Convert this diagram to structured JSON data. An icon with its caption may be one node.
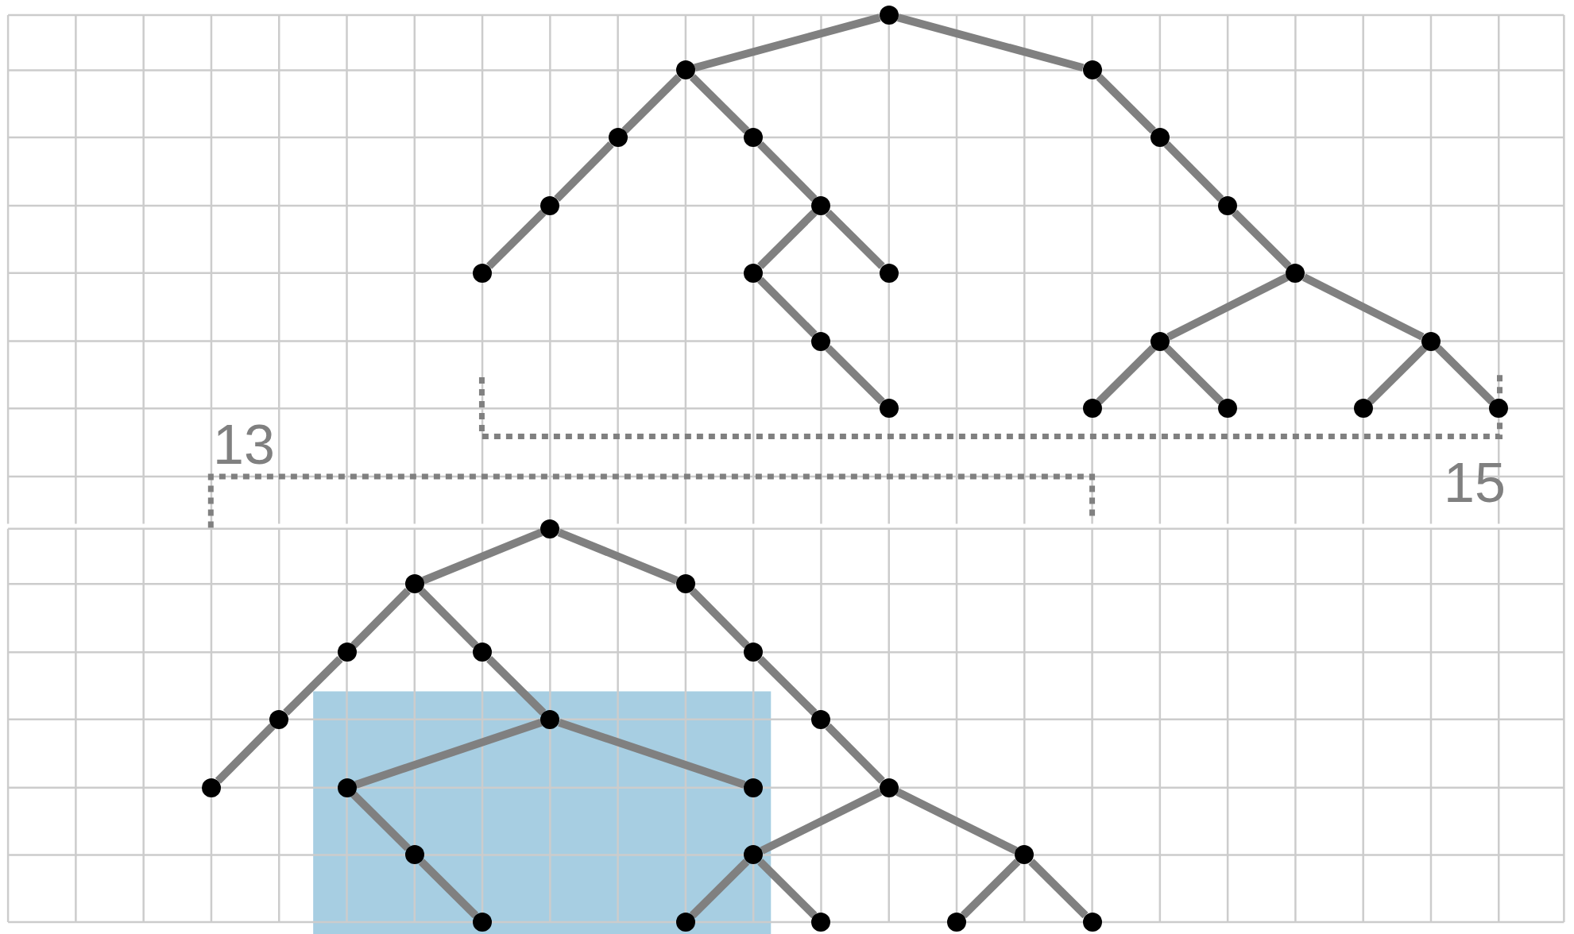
{
  "diagram": {
    "nodes": [
      {
        "text": [],
        "shape": "circle"
      },
      {
        "text": [],
        "shape": "circle"
      },
      {
        "text": [],
        "shape": "circle"
      },
      {
        "text": [],
        "shape": "circle"
      },
      {
        "text": [],
        "shape": "circle"
      },
      {
        "text": [],
        "shape": "circle"
      },
      {
        "text": [],
        "shape": "circle"
      },
      {
        "text": [],
        "shape": "circle"
      },
      {
        "text": [],
        "shape": "circle"
      },
      {
        "text": [],
        "shape": "circle"
      },
      {
        "text": [],
        "shape": "circle"
      },
      {
        "text": [],
        "shape": "circle"
      },
      {
        "text": [],
        "shape": "circle"
      },
      {
        "text": [],
        "shape": "circle"
      },
      {
        "text": [],
        "shape": "circle"
      },
      {
        "text": [],
        "shape": "circle"
      },
      {
        "text": [],
        "shape": "circle"
      },
      {
        "text": [],
        "shape": "circle"
      },
      {
        "text": [],
        "shape": "circle"
      },
      {
        "text": [],
        "shape": "circle"
      },
      {
        "text": [],
        "shape": "circle"
      },
      {
        "text": [],
        "shape": "circle"
      },
      {
        "text": [],
        "shape": "circle"
      },
      {
        "text": [],
        "shape": "circle"
      },
      {
        "text": [],
        "shape": "circle"
      },
      {
        "text": [],
        "shape": "circle"
      },
      {
        "text": [],
        "shape": "circle"
      },
      {
        "text": [],
        "shape": "circle"
      },
      {
        "text": [],
        "shape": "circle"
      },
      {
        "text": [],
        "shape": "circle"
      },
      {
        "text": [],
        "shape": "circle"
      },
      {
        "text": [],
        "shape": "circle"
      },
      {
        "text": [],
        "shape": "circle"
      },
      {
        "text": [],
        "shape": "circle"
      },
      {
        "text": [],
        "shape": "circle"
      },
      {
        "text": [],
        "shape": "circle"
      },
      {
        "text": [],
        "shape": "circle"
      },
      {
        "text": [],
        "shape": "circle"
      },
      {
        "text": [],
        "shape": "circle"
      },
      {
        "text": [],
        "shape": "circle"
      },
      {
        "text": [],
        "shape": "circle"
      },
      {
        "text": [],
        "shape": "circle"
      }
    ],
    "edges": [
      {
        "from": 0,
        "to": 1,
        "arrow": "none"
      },
      {
        "from": 0,
        "to": 2,
        "arrow": "none"
      },
      {
        "from": 1,
        "to": 3,
        "arrow": "none"
      },
      {
        "from": 1,
        "to": 4,
        "arrow": "none"
      },
      {
        "from": 3,
        "to": 6,
        "arrow": "none"
      },
      {
        "from": 6,
        "to": 9,
        "arrow": "none"
      },
      {
        "from": 4,
        "to": 7,
        "arrow": "none"
      },
      {
        "from": 7,
        "to": 10,
        "arrow": "none"
      },
      {
        "from": 7,
        "to": 11,
        "arrow": "none"
      },
      {
        "from": 10,
        "to": 13,
        "arrow": "none"
      },
      {
        "from": 13,
        "to": 16,
        "arrow": "none"
      },
      {
        "from": 2,
        "to": 5,
        "arrow": "none"
      },
      {
        "from": 5,
        "to": 8,
        "arrow": "none"
      },
      {
        "from": 8,
        "to": 12,
        "arrow": "none"
      },
      {
        "from": 12,
        "to": 14,
        "arrow": "none"
      },
      {
        "from": 12,
        "to": 15,
        "arrow": "none"
      },
      {
        "from": 14,
        "to": 17,
        "arrow": "none"
      },
      {
        "from": 14,
        "to": 18,
        "arrow": "none"
      },
      {
        "from": 15,
        "to": 19,
        "arrow": "none"
      },
      {
        "from": 15,
        "to": 20,
        "arrow": "none"
      },
      {
        "from": 21,
        "to": 22,
        "arrow": "none"
      },
      {
        "from": 21,
        "to": 23,
        "arrow": "none"
      },
      {
        "from": 22,
        "to": 24,
        "arrow": "none"
      },
      {
        "from": 22,
        "to": 25,
        "arrow": "none"
      },
      {
        "from": 24,
        "to": 27,
        "arrow": "none"
      },
      {
        "from": 27,
        "to": 30,
        "arrow": "none"
      },
      {
        "from": 25,
        "to": 28,
        "arrow": "none"
      },
      {
        "from": 28,
        "to": 31,
        "arrow": "none"
      },
      {
        "from": 28,
        "to": 32,
        "arrow": "none"
      },
      {
        "from": 31,
        "to": 34,
        "arrow": "none"
      },
      {
        "from": 34,
        "to": 37,
        "arrow": "none"
      },
      {
        "from": 23,
        "to": 26,
        "arrow": "none"
      },
      {
        "from": 26,
        "to": 29,
        "arrow": "none"
      },
      {
        "from": 29,
        "to": 33,
        "arrow": "none"
      },
      {
        "from": 33,
        "to": 35,
        "arrow": "none"
      },
      {
        "from": 33,
        "to": 36,
        "arrow": "none"
      },
      {
        "from": 35,
        "to": 38,
        "arrow": "none"
      },
      {
        "from": 35,
        "to": 39,
        "arrow": "none"
      },
      {
        "from": 36,
        "to": 40,
        "arrow": "none"
      },
      {
        "from": 36,
        "to": 41,
        "arrow": "none"
      }
    ],
    "labels": [
      "13",
      "15"
    ]
  }
}
